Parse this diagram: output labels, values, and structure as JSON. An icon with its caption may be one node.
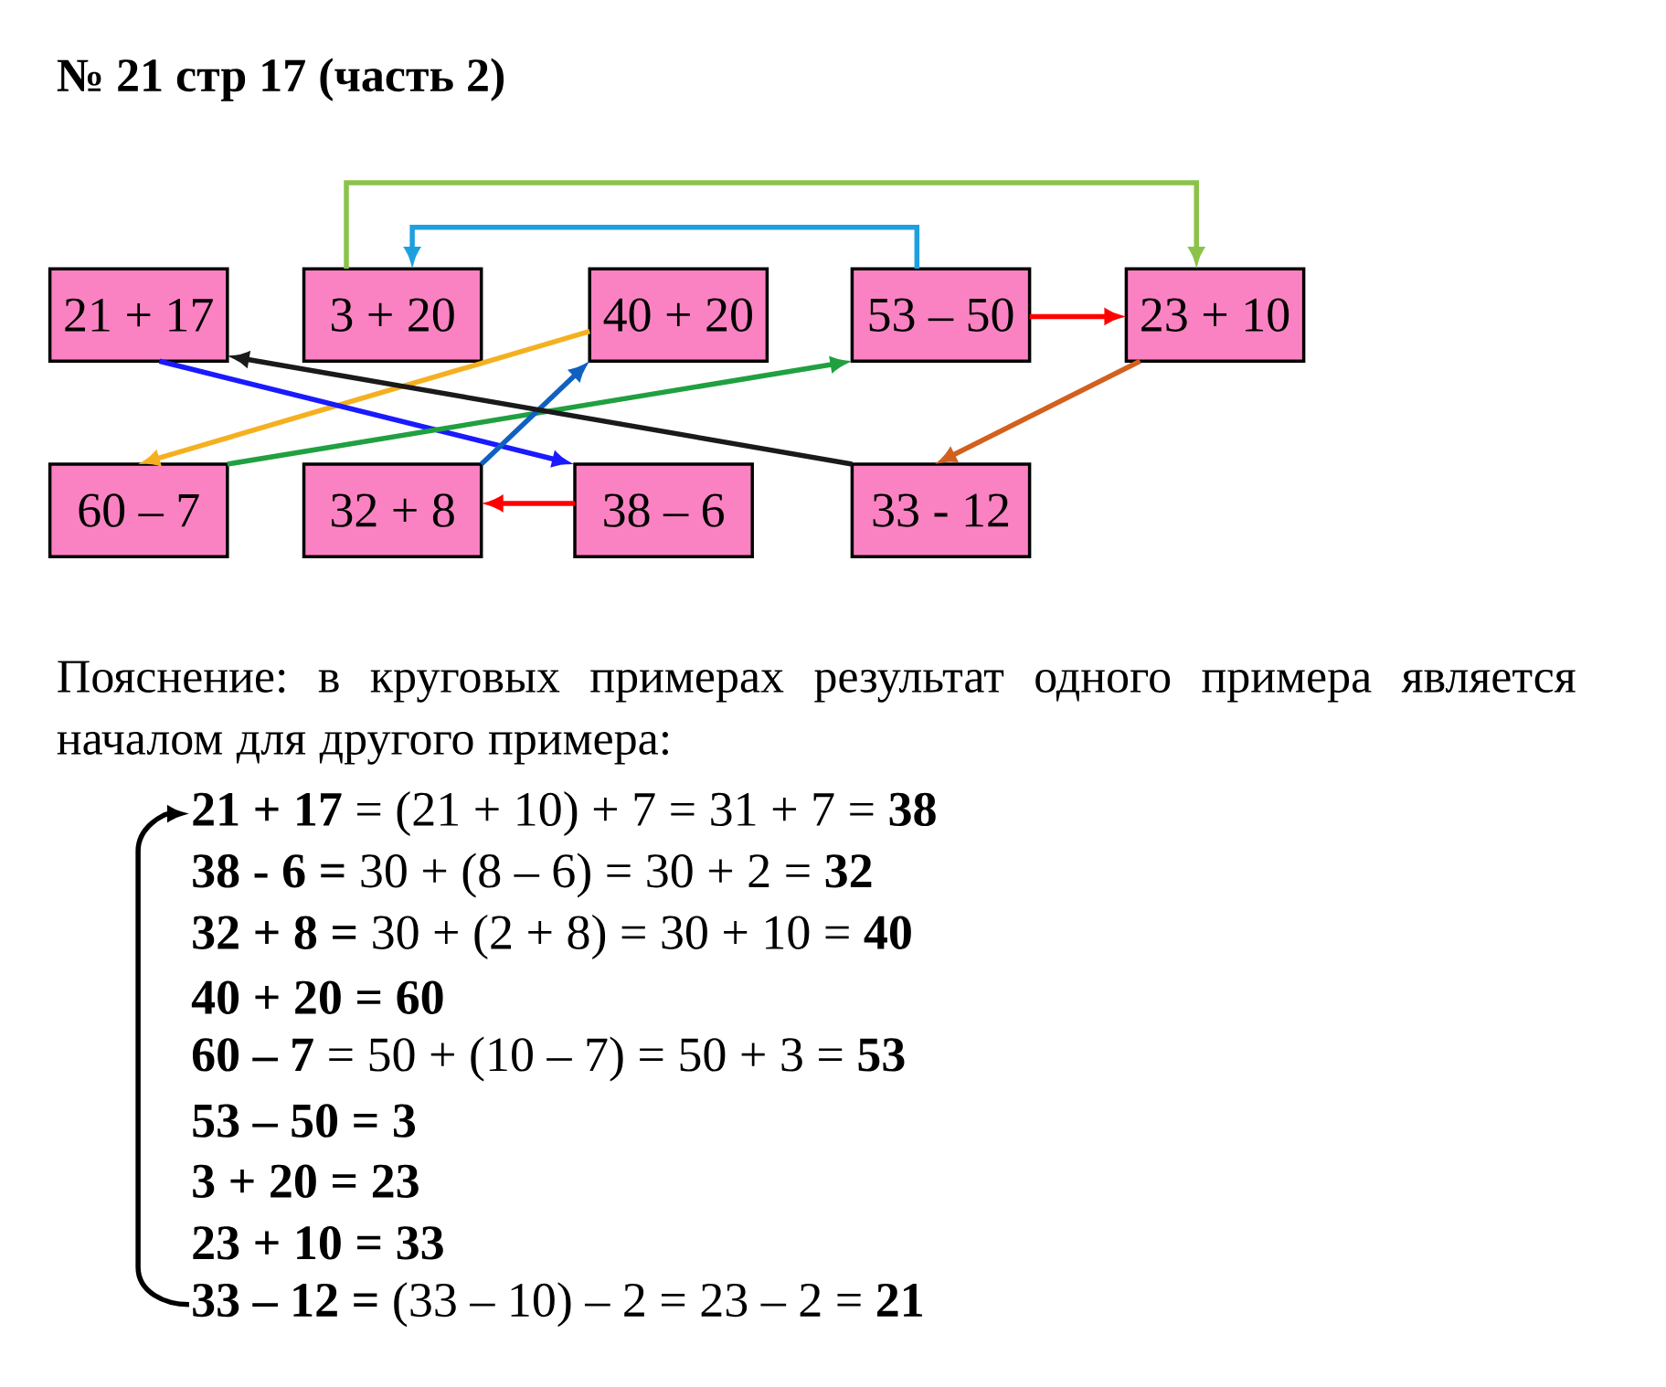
{
  "diagram": {
    "title": "№ 21 стр 17 (часть 2)",
    "nodes": [
      {
        "text": [
          "21 + 17"
        ]
      },
      {
        "text": [
          "3 + 20"
        ]
      },
      {
        "text": [
          "40 + 20"
        ]
      },
      {
        "text": [
          "53 – 50"
        ]
      },
      {
        "text": [
          "23 + 10"
        ]
      },
      {
        "text": [
          "60 – 7"
        ]
      },
      {
        "text": [
          "32 + 8"
        ]
      },
      {
        "text": [
          "38 – 6"
        ]
      },
      {
        "text": [
          "33 - 12"
        ]
      },
      {
        "text": [
          "**21 + 17** = (21 + 10) + 7 = 31 + 7 = **38**"
        ]
      },
      {
        "text": [
          "**38 - 6 =** 30 + (8 – 6) = 30 + 2 = **32**"
        ]
      },
      {
        "text": [
          "**32 + 8 =** 30 + (2 + 8) = 30 + 10 = **40**"
        ]
      },
      {
        "text": [
          "40 + 20 = 60"
        ]
      },
      {
        "text": [
          "**60 – 7** = 50 + (10 – 7) = 50 + 3 = **53**"
        ]
      },
      {
        "text": [
          "53 – 50 = 3"
        ]
      },
      {
        "text": [
          "3 + 20 = 23"
        ]
      },
      {
        "text": [
          "23 + 10 = 33"
        ]
      },
      {
        "text": [
          "**33 – 12 =** (33 – 10) – 2 = 23 – 2 = **21**"
        ]
      }
    ],
    "edges": [
      {
        "from": 1,
        "to": 4,
        "arrow": "to",
        "color": "#8bc34a"
      },
      {
        "from": 3,
        "to": 1,
        "arrow": "to",
        "color": "#1ea0e0"
      },
      {
        "from": 3,
        "to": 4,
        "arrow": "to",
        "color": "#ff0000"
      },
      {
        "from": 2,
        "to": 5,
        "arrow": "to",
        "color": "#f5b020"
      },
      {
        "from": 0,
        "to": 7,
        "arrow": "to",
        "color": "#1a1aff"
      },
      {
        "from": 5,
        "to": 3,
        "arrow": "to",
        "color": "#20a040"
      },
      {
        "from": 6,
        "to": 2,
        "arrow": "to",
        "color": "#1060c0"
      },
      {
        "from": 8,
        "to": 0,
        "arrow": "to",
        "color": "#1a1a1a"
      },
      {
        "from": 7,
        "to": 6,
        "arrow": "to",
        "color": "#ff0000"
      },
      {
        "from": 4,
        "to": 8,
        "arrow": "to",
        "color": "#d2601e"
      },
      {
        "from": 17,
        "to": 9,
        "arrow": "to",
        "color": "#000000"
      }
    ],
    "labels": [
      "Пояснение: в круговых примерах результат одного примера является началом для другого примера:"
    ]
  }
}
